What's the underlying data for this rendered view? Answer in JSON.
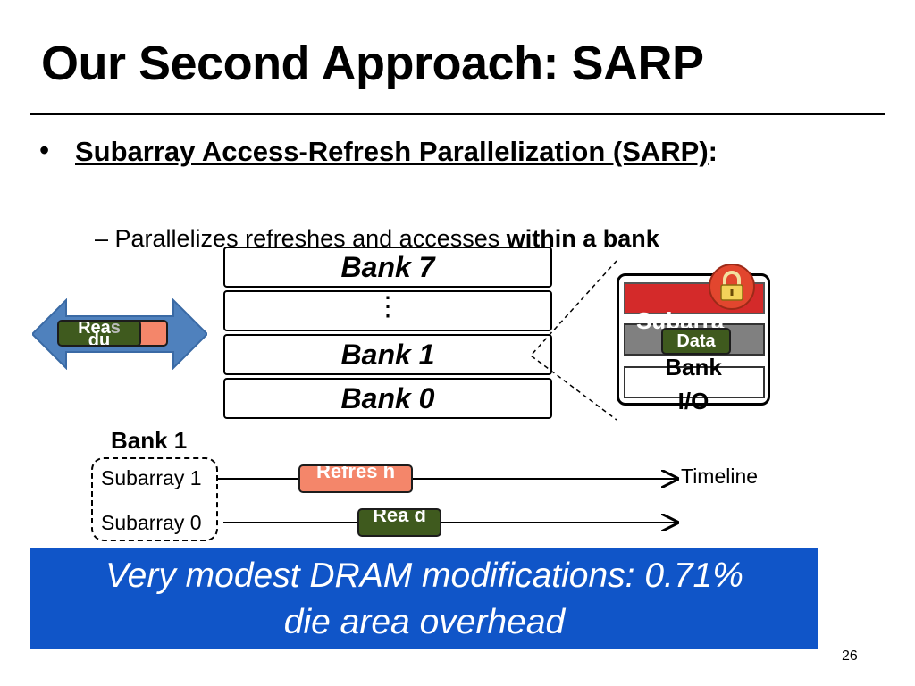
{
  "slide": {
    "title": "Our Second Approach: SARP",
    "bullet_marker": "•",
    "bullet_main_underlined": "Subarray Access-Refresh Parallelization (SARP)",
    "bullet_main_suffix": ":",
    "sub_bullet_prefix": "– Parallelizes refreshes and accesses ",
    "sub_bullet_bold": "within a bank",
    "page_number": "26"
  },
  "banks": {
    "bank_7": "Bank 7",
    "dots": "⋮",
    "bank_1": "Bank 1",
    "bank_0": "Bank 0"
  },
  "arrow": {
    "read_chip": "Rea",
    "read_chip_suffix": "s",
    "read_chip_line2": "du"
  },
  "zoom": {
    "subarray_label": "Subarra",
    "data_chip": "Data",
    "bank_io": "Bank I/O",
    "lock_icon": "lock-icon"
  },
  "timeline": {
    "bank_label": "Bank 1",
    "subarray_1": "Subarray 1",
    "subarray_0": "Subarray 0",
    "refresh_chip": "Refres h",
    "read_chip": "Rea d",
    "timeline_label": "Timeline"
  },
  "callout": {
    "line1": "Very modest DRAM modifications:  0.71%",
    "line2": "die area overhead"
  },
  "colors": {
    "callout_bg": "#1055c8",
    "arrow_blue": "#4f81bd",
    "refresh_orange": "#f4866a",
    "read_green": "#3f5a1e",
    "subarray_red": "#d42a2a"
  }
}
